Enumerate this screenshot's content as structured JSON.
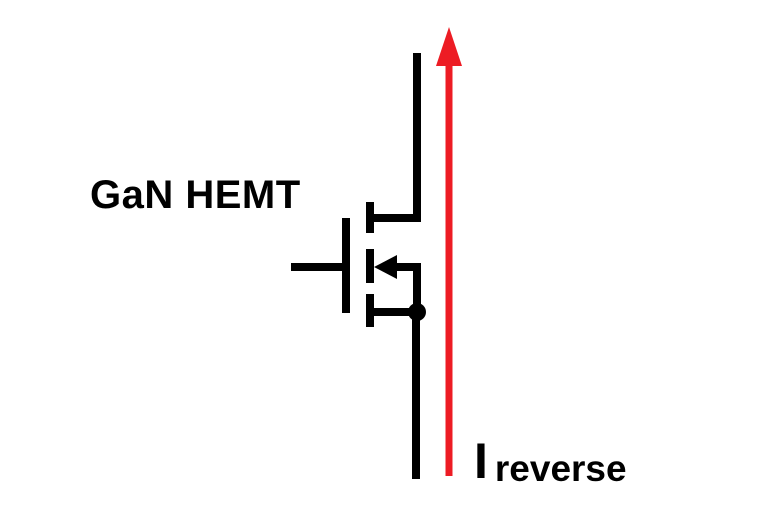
{
  "diagram": {
    "transistor_label": "GaN HEMT",
    "current_label": {
      "symbol": "I",
      "subscript": "reverse"
    },
    "colors": {
      "wire": "#000000",
      "reverse_current_arrow": "#ED1C24",
      "background": "#FFFFFF",
      "text": "#000000"
    }
  }
}
